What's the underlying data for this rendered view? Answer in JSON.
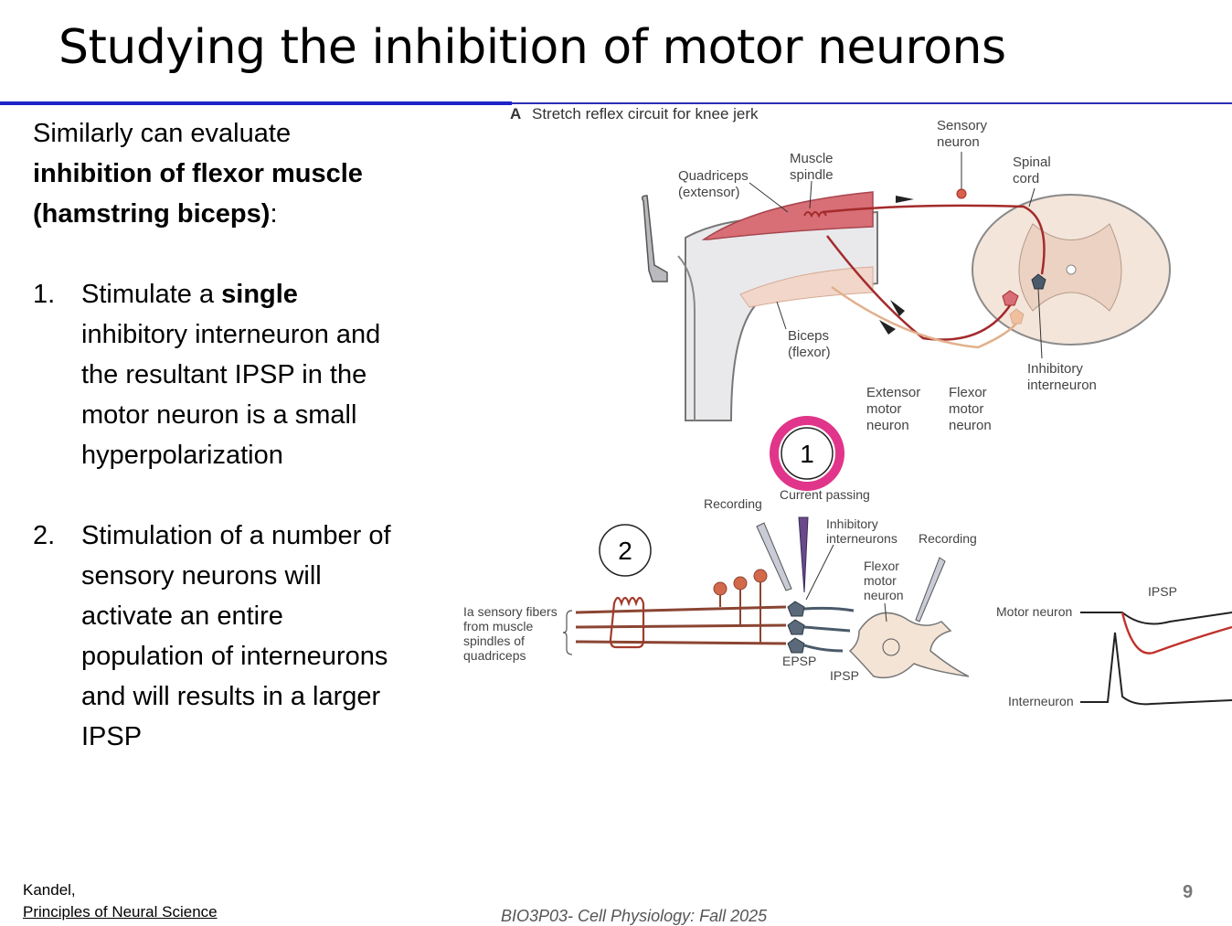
{
  "slide": {
    "title": "Studying the inhibition of motor neurons",
    "intro": {
      "line1": "Similarly can evaluate",
      "bold": "inhibition of flexor muscle (hamstring biceps)",
      "colon": ":"
    },
    "items": [
      {
        "num": "1.",
        "pre": "Stimulate a ",
        "bold": "single",
        "post": " inhibitory interneuron and the resultant IPSP in the motor neuron is a small hyperpolarization"
      },
      {
        "num": "2.",
        "pre": "Stimulation of a number of sensory neurons will activate an entire population of interneurons and will results in a larger IPSP",
        "bold": "",
        "post": ""
      }
    ],
    "reference": {
      "author": "Kandel,",
      "book": "Principles of Neural Science"
    },
    "footer": "BIO3P03- Cell Physiology: Fall 2025",
    "page_number": "9"
  },
  "figure_a": {
    "panel_label": "A",
    "panel_title": "Stretch reflex circuit for knee jerk",
    "labels": {
      "sensory_neuron": [
        "Sensory",
        "neuron"
      ],
      "muscle_spindle": [
        "Muscle",
        "spindle"
      ],
      "quadriceps": [
        "Quadriceps",
        "(extensor)"
      ],
      "spinal_cord": [
        "Spinal",
        "cord"
      ],
      "biceps": [
        "Biceps",
        "(flexor)"
      ],
      "extensor_motor_neuron": [
        "Extensor",
        "motor",
        "neuron"
      ],
      "flexor_motor_neuron": [
        "Flexor",
        "motor",
        "neuron"
      ],
      "inhibitory_interneuron": [
        "Inhibitory",
        "interneuron"
      ]
    }
  },
  "figure_b": {
    "labels": {
      "recording_left": "Recording",
      "current_passing": "Current passing",
      "inhibitory_interneurons": [
        "Inhibitory",
        "interneurons"
      ],
      "recording_right": "Recording",
      "flexor_motor_neuron": [
        "Flexor",
        "motor",
        "neuron"
      ],
      "ia_fibers": [
        "Ia sensory fibers",
        "from muscle",
        "spindles of",
        "quadriceps"
      ],
      "epsp": "EPSP",
      "ipsp": "IPSP"
    },
    "trace_labels": {
      "ipsp": "IPSP",
      "motor_neuron": "Motor neuron",
      "interneuron": "Interneuron"
    }
  },
  "markers": {
    "marker1": "1",
    "marker2": "2"
  },
  "colors": {
    "title_rule": "#2a2fb6",
    "marker_ring": "#e0358a",
    "muscle_red": "#c8444a",
    "sensory_brown": "#b55a3c",
    "flexor_tan": "#e2b08c",
    "ipsp_trace": "#c0312b"
  }
}
